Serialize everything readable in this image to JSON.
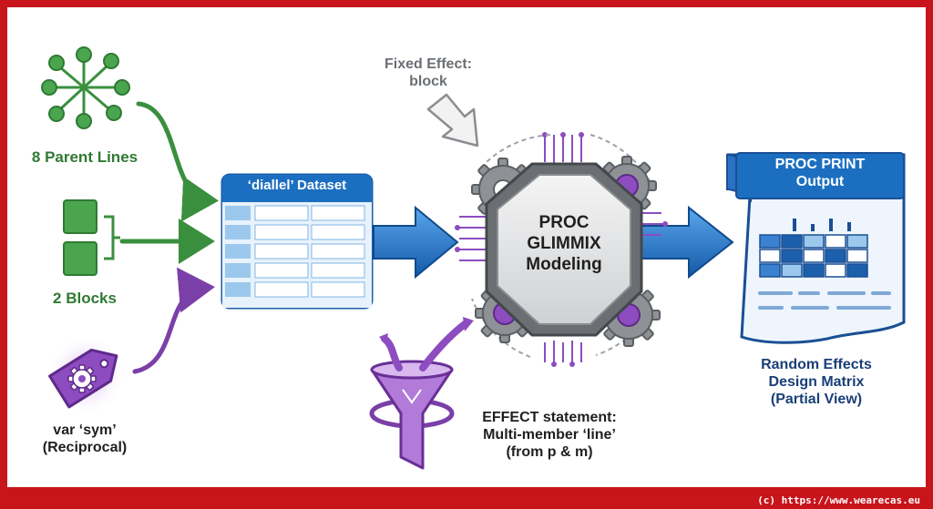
{
  "colors": {
    "frame": "#c8141b",
    "green": "#3a8f3e",
    "purple": "#7b3fa8",
    "blue": "#1c6fc0",
    "gray": "#6b6f74",
    "navy": "#1a3f78"
  },
  "inputs": {
    "parent_lines": "8 Parent Lines",
    "blocks": "2 Blocks",
    "var_sym": "var ‘sym’\n(Reciprocal)"
  },
  "dataset": {
    "title": "‘diallel’ Dataset"
  },
  "fixed_effect": "Fixed Effect:\nblock",
  "proc_glimmix": "PROC\nGLIMMIX\nModeling",
  "effect_statement": "EFFECT statement:\nMulti-member ‘line’\n(from p & m)",
  "proc_print": {
    "title": "PROC PRINT\nOutput"
  },
  "output_caption": "Random Effects\nDesign Matrix\n(Partial View)",
  "footer": "(c) https://www.wearecas.eu",
  "icons": [
    "network-icon",
    "blocks-icon",
    "tag-gear-icon",
    "table-icon",
    "arrow-icon",
    "gear-icon",
    "funnel-icon",
    "document-icon"
  ]
}
